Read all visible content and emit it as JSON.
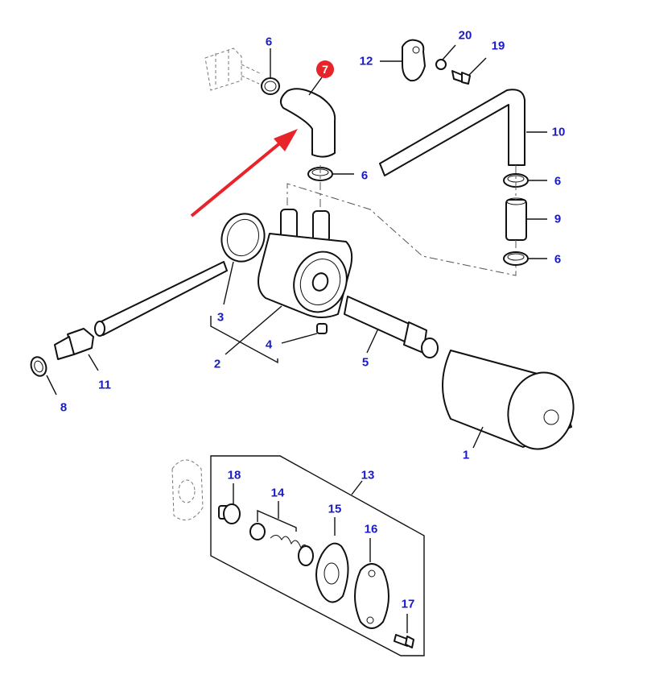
{
  "diagram": {
    "type": "exploded-parts-diagram",
    "subject": "oil filter / oil cooler assembly",
    "label_color": "#1a1acc",
    "highlight_color": "#e8232a",
    "arrow_color": "#e8232a",
    "highlighted_part": "7",
    "callouts": [
      {
        "id": "c1",
        "text": "1",
        "part": "oil filter"
      },
      {
        "id": "c2",
        "text": "2",
        "part": "oil cooler housing"
      },
      {
        "id": "c3",
        "text": "3",
        "part": "seal ring"
      },
      {
        "id": "c4",
        "text": "4",
        "part": "plug"
      },
      {
        "id": "c5",
        "text": "5",
        "part": "threaded connector"
      },
      {
        "id": "c6a",
        "text": "6",
        "part": "hose clamp"
      },
      {
        "id": "c6b",
        "text": "6",
        "part": "hose clamp"
      },
      {
        "id": "c6c",
        "text": "6",
        "part": "hose clamp"
      },
      {
        "id": "c6d",
        "text": "6",
        "part": "hose clamp"
      },
      {
        "id": "c7",
        "text": "7",
        "part": "elbow hose",
        "highlighted": true
      },
      {
        "id": "c8",
        "text": "8",
        "part": "washer"
      },
      {
        "id": "c9",
        "text": "9",
        "part": "hose sleeve"
      },
      {
        "id": "c10",
        "text": "10",
        "part": "pipe"
      },
      {
        "id": "c11",
        "text": "11",
        "part": "union fitting"
      },
      {
        "id": "c12",
        "text": "12",
        "part": "clip"
      },
      {
        "id": "c13",
        "text": "13",
        "part": "relief valve kit"
      },
      {
        "id": "c14",
        "text": "14",
        "part": "valve and spring"
      },
      {
        "id": "c15",
        "text": "15",
        "part": "gasket"
      },
      {
        "id": "c16",
        "text": "16",
        "part": "cover plate"
      },
      {
        "id": "c17",
        "text": "17",
        "part": "bolt"
      },
      {
        "id": "c18",
        "text": "18",
        "part": "plug"
      },
      {
        "id": "c19",
        "text": "19",
        "part": "bolt"
      },
      {
        "id": "c20",
        "text": "20",
        "part": "washer"
      }
    ]
  }
}
